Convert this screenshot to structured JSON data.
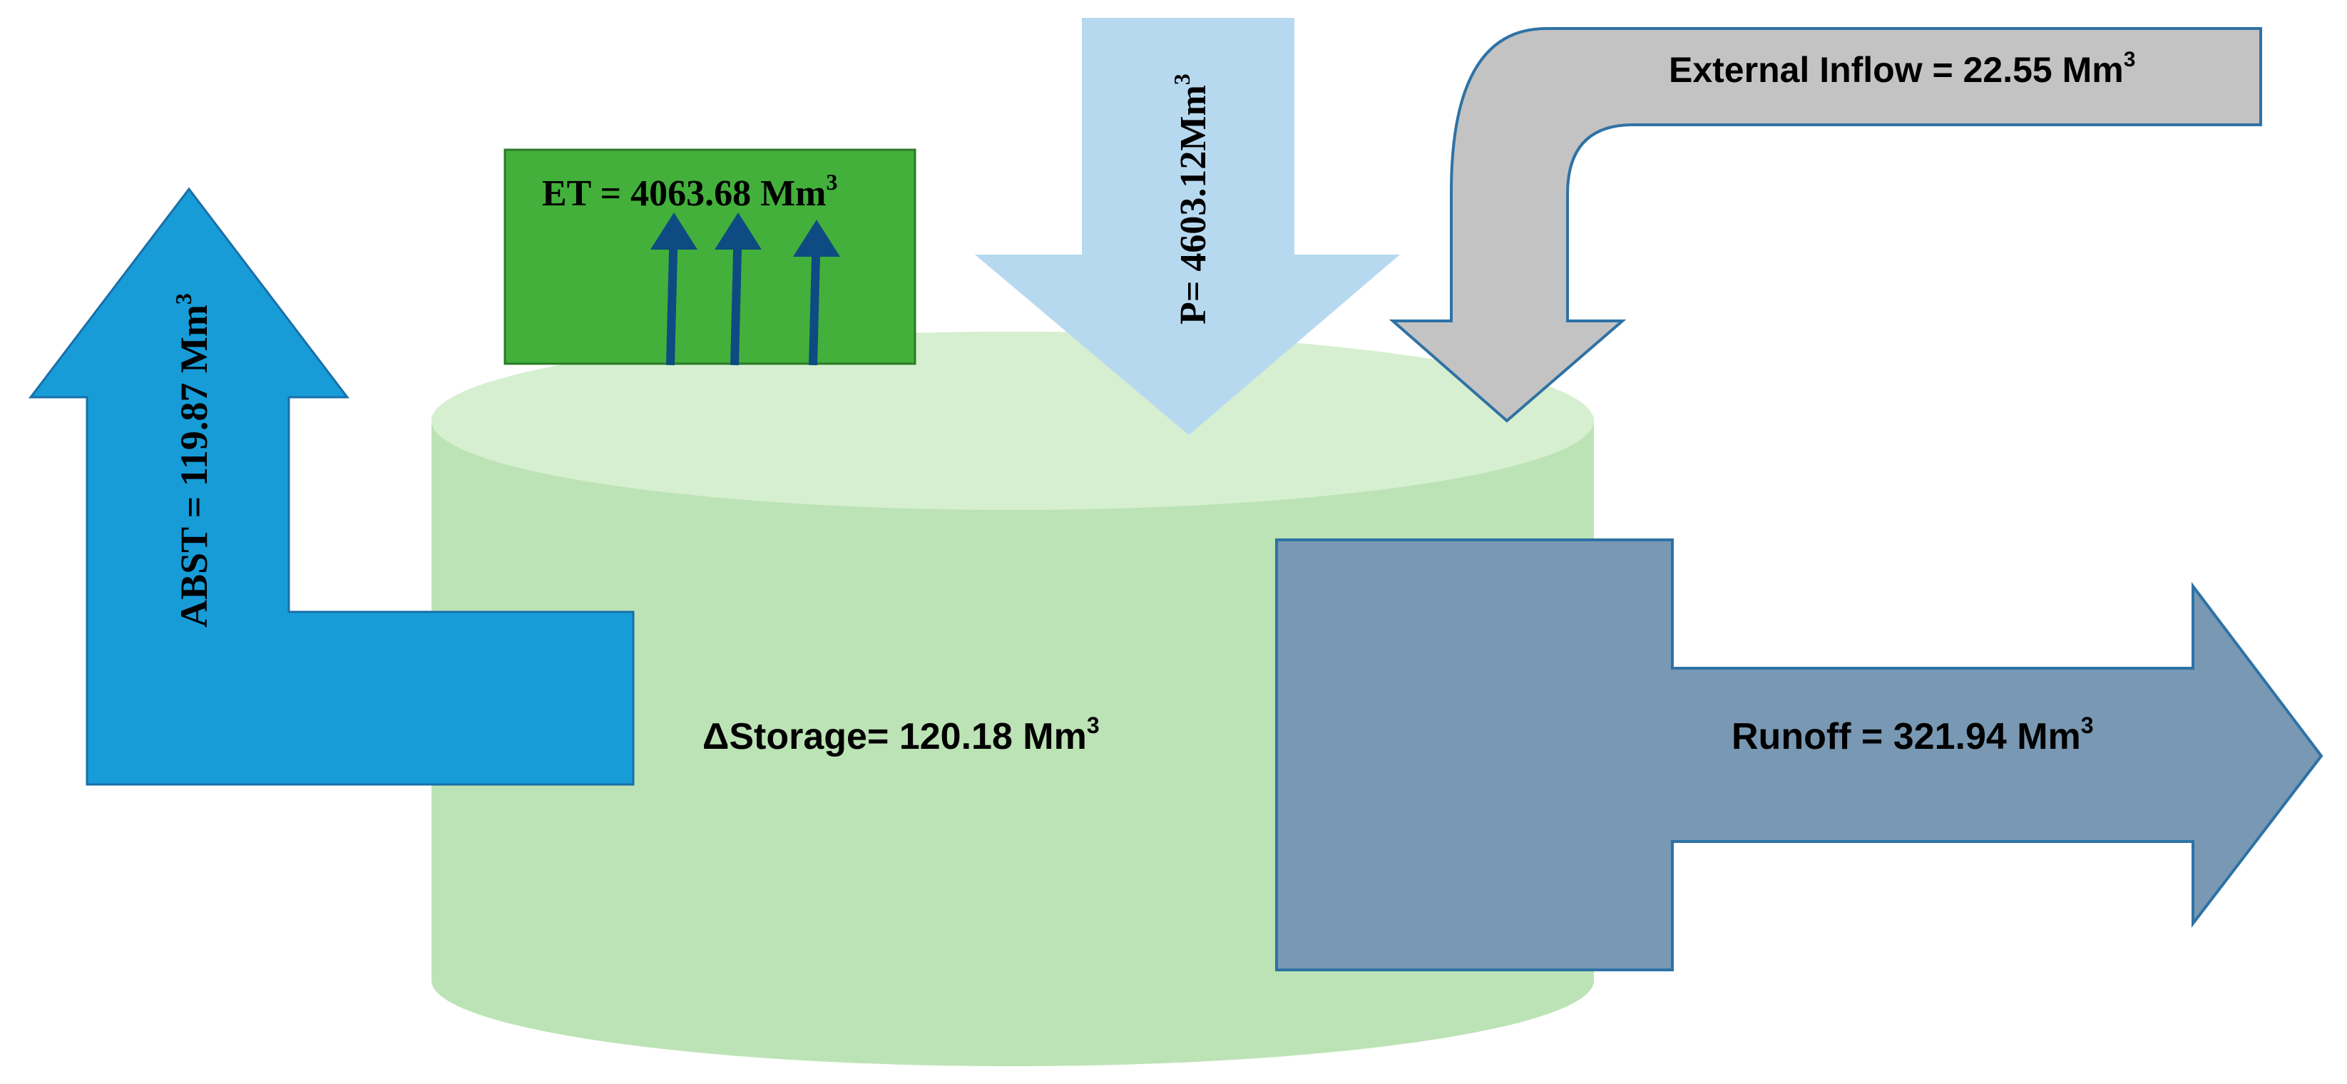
{
  "diagram": {
    "colors": {
      "cylinder_body": "#bce3b5",
      "cylinder_top": "#d6efd0",
      "abstraction_arrow": "#179cd8",
      "et_box": "#43b03b",
      "et_arrows": "#0d4b82",
      "precip_arrow": "#b7d9f0",
      "inflow_arrow": "#c3c3c3",
      "runoff_arrow": "#7998b3",
      "outline": "#2e72a5"
    },
    "labels": {
      "et": {
        "name": "ET",
        "eq": " = ",
        "value": "4063.68",
        "unit": " Mm",
        "sup": "3"
      },
      "precipitation": {
        "name": "P",
        "eq": "= ",
        "value": "4603.12",
        "unit": "Mm",
        "sup": "3"
      },
      "external_inflow": {
        "name": "External Inflow",
        "eq": " = ",
        "value": "22.55",
        "unit": " Mm",
        "sup": "3"
      },
      "abstraction": {
        "name": "ABST",
        "eq": " = ",
        "value": "119.87",
        "unit": " Mm",
        "sup": "3"
      },
      "storage": {
        "name": "ΔStorage",
        "eq": "= ",
        "value": "120.18",
        "unit": " Mm",
        "sup": "3"
      },
      "runoff": {
        "name": "Runoff",
        "eq": " = ",
        "value": "321.94",
        "unit": " Mm",
        "sup": "3"
      }
    }
  }
}
